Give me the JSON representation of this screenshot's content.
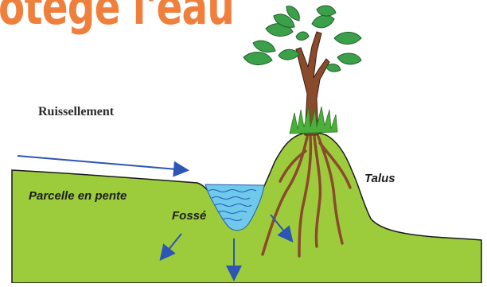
{
  "title": "otège l'eau",
  "labels": {
    "runoff": "Ruissellement",
    "plot": "Parcelle en pente",
    "ditch": "Fossé",
    "bank": "Talus"
  },
  "colors": {
    "title": "#f07f3c",
    "ground": "#9ccc3c",
    "ground_outline": "#1a1a1a",
    "water": "#6ec9ec",
    "water_lines": "#2a5db0",
    "arrows": "#2d55b3",
    "trunk": "#8a4b2c",
    "roots": "#8a4b2c",
    "leaves": "#3aa14a",
    "grass": "#4ab03a"
  },
  "icons": {
    "tree": "tree-icon",
    "water": "water-icon",
    "arrows": "arrow-icon"
  }
}
